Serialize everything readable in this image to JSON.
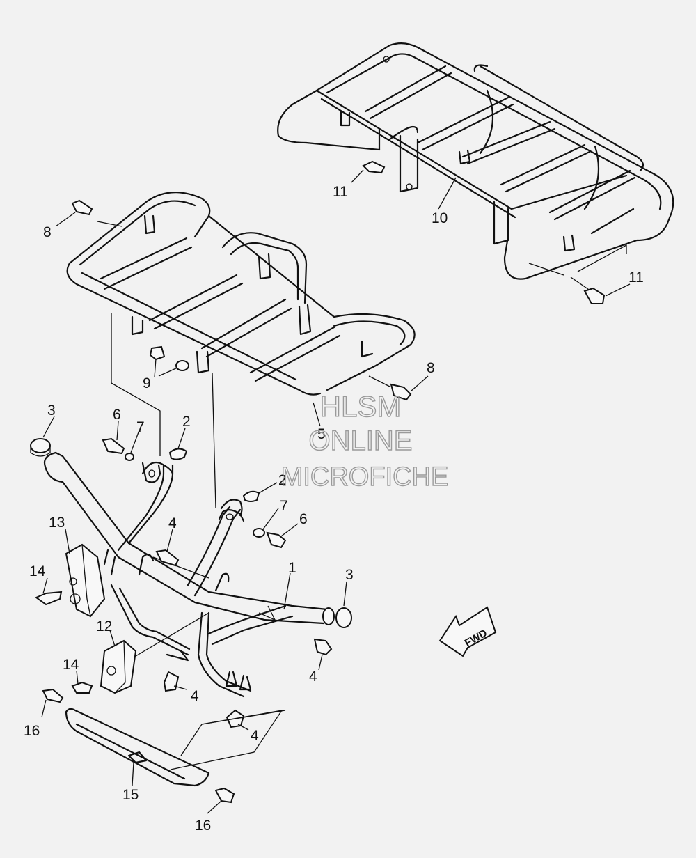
{
  "callouts": [
    {
      "id": "c1",
      "text": "1"
    },
    {
      "id": "c2a",
      "text": "2"
    },
    {
      "id": "c2b",
      "text": "2"
    },
    {
      "id": "c3a",
      "text": "3"
    },
    {
      "id": "c3b",
      "text": "3"
    },
    {
      "id": "c4a",
      "text": "4"
    },
    {
      "id": "c4b",
      "text": "4"
    },
    {
      "id": "c4c",
      "text": "4"
    },
    {
      "id": "c4d",
      "text": "4"
    },
    {
      "id": "c5",
      "text": "5"
    },
    {
      "id": "c6a",
      "text": "6"
    },
    {
      "id": "c6b",
      "text": "6"
    },
    {
      "id": "c7a",
      "text": "7"
    },
    {
      "id": "c7b",
      "text": "7"
    },
    {
      "id": "c8a",
      "text": "8"
    },
    {
      "id": "c8b",
      "text": "8"
    },
    {
      "id": "c9",
      "text": "9"
    },
    {
      "id": "c10",
      "text": "10"
    },
    {
      "id": "c11a",
      "text": "11"
    },
    {
      "id": "c11b",
      "text": "11"
    },
    {
      "id": "c12",
      "text": "12"
    },
    {
      "id": "c13",
      "text": "13"
    },
    {
      "id": "c14a",
      "text": "14"
    },
    {
      "id": "c14b",
      "text": "14"
    },
    {
      "id": "c15",
      "text": "15"
    },
    {
      "id": "c16a",
      "text": "16"
    },
    {
      "id": "c16b",
      "text": "16"
    }
  ],
  "watermark": {
    "line1": "HLSM",
    "line2": "ONLINE",
    "line3": "MICROFICHE"
  },
  "fwd_arrow": {
    "text": "FWD"
  }
}
